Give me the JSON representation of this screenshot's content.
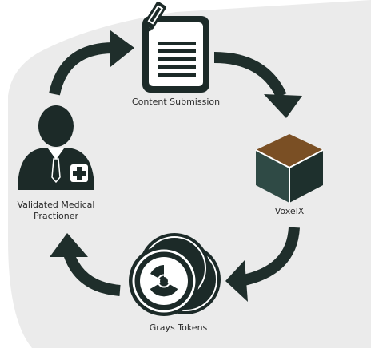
{
  "nodes": {
    "content_submission": {
      "label": "Content Submission",
      "icon": "document-edit-icon"
    },
    "voxelx": {
      "label": "VoxelX",
      "icon": "cube-icon"
    },
    "grays_tokens": {
      "label": "Grays Tokens",
      "icon": "radiation-coins-icon"
    },
    "medical_practitioner": {
      "label_line1": "Validated Medical",
      "label_line2": "Practioner",
      "icon": "doctor-icon"
    }
  },
  "colors": {
    "arrow": "#1f2e2b",
    "icon_dark": "#1c2a28",
    "cube_top": "#7a4f24",
    "cube_side_light": "#2f4a45",
    "cube_side_dark": "#1e302d",
    "background_shape": "#ebebeb"
  }
}
